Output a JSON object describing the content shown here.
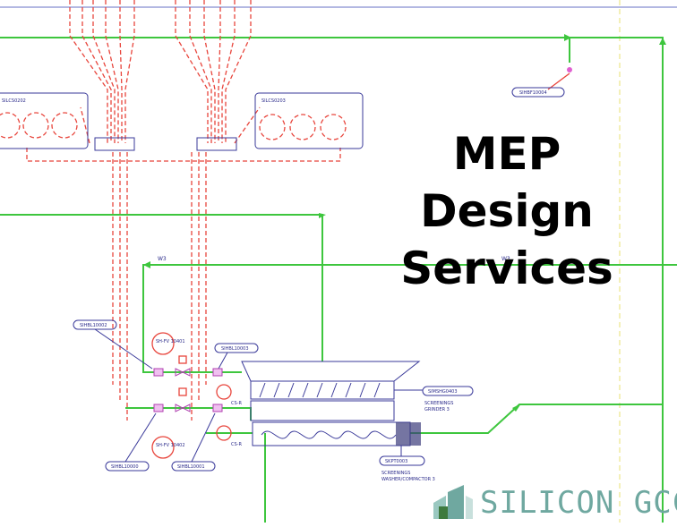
{
  "headline": {
    "line1": "MEP Design",
    "line2": "Services"
  },
  "logo": {
    "text": "SILICON GCC"
  },
  "tags": {
    "tag_top_right": "SIHBF10004",
    "tag_valve_upper": "SIHBL10002",
    "tag_valve_upper_right": "SIHBL10003",
    "tag_valve_lower_left": "SIHBL10000",
    "tag_valve_lower_right": "SIHBL10001",
    "tag_fv_upper": "SH-FV 10401",
    "tag_fv_lower": "SH-FV 10402",
    "tag_panel_left": "SILCS0202",
    "tag_panel_right": "SILCS0203",
    "tag_grinder": "SIMSHG0403",
    "tag_grinder_desc1": "SCREENINGS",
    "tag_grinder_desc2": "GRINDER 3",
    "tag_compactor": "SKPT0003",
    "tag_compactor_desc1": "SCREENINGS",
    "tag_compactor_desc2": "WASHER/COMPACTOR 3",
    "line_w3_left": "W3",
    "line_w3_right": "W3",
    "cs_upper": "CS-R",
    "cs_lower": "CS-R"
  },
  "colors": {
    "process": "#3ec63e",
    "instrument": "#e8453c",
    "equipment": "#3a3a9a",
    "logo": "#6fa8a0"
  }
}
